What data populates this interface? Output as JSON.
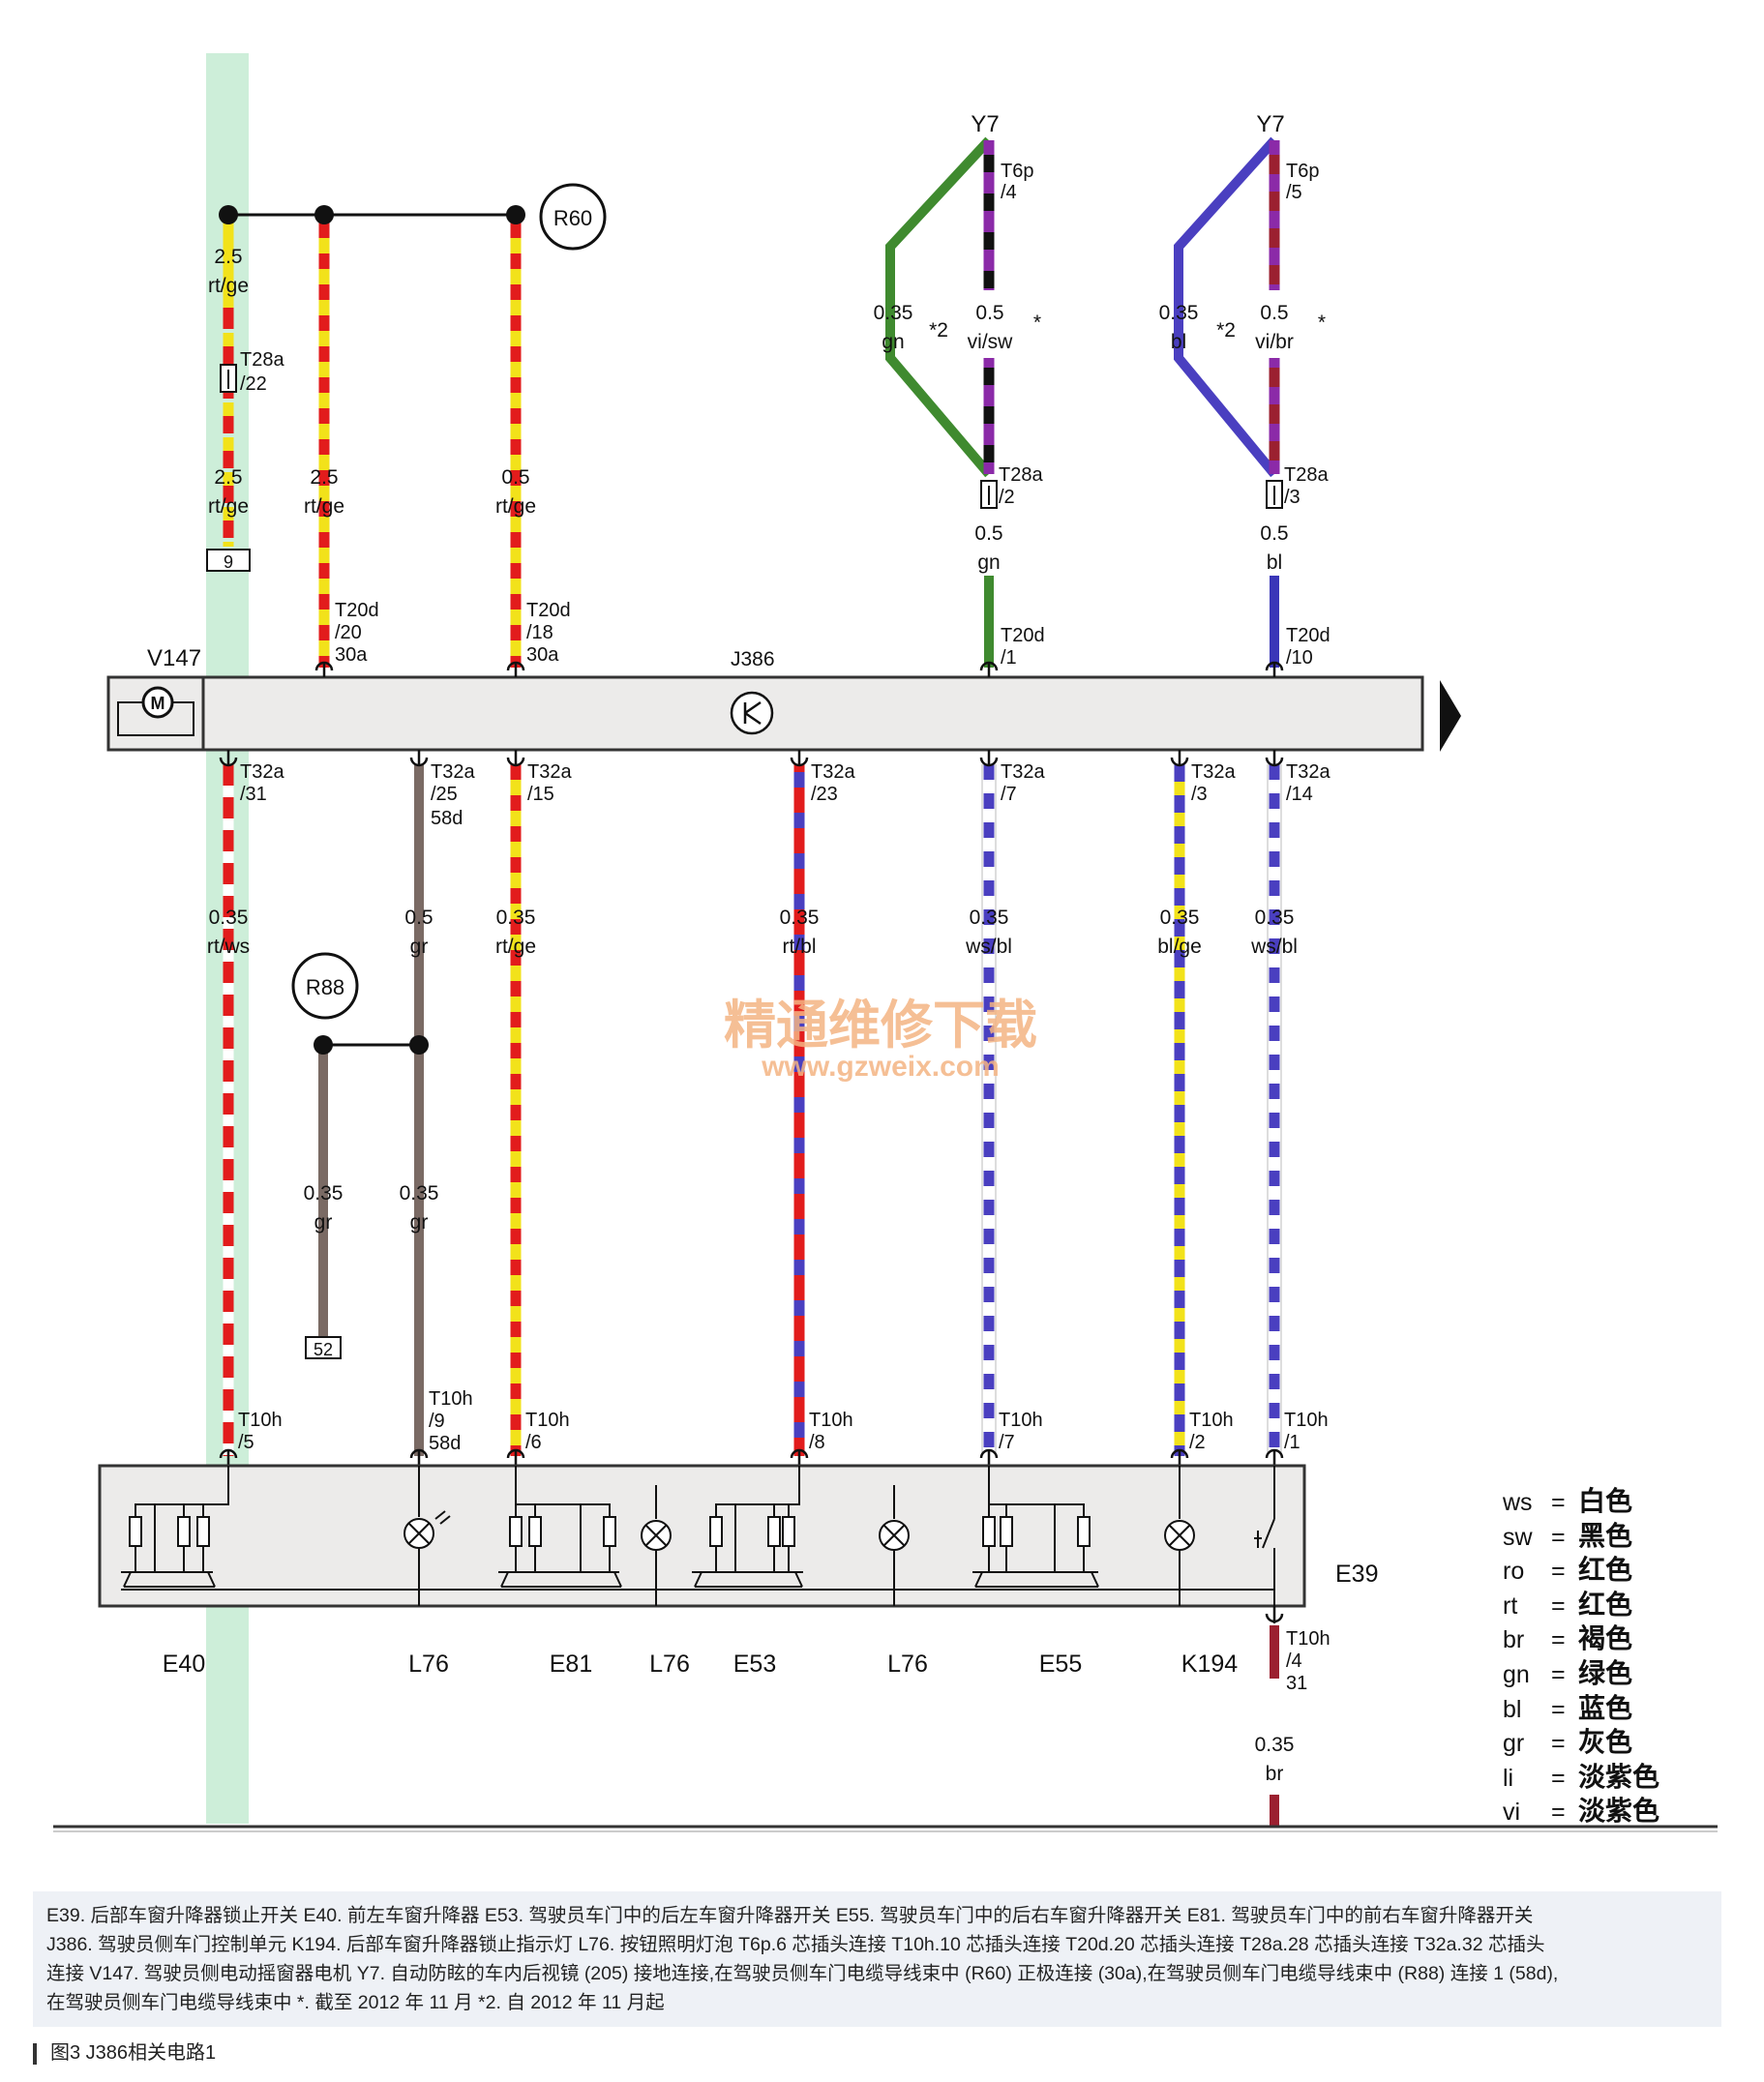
{
  "components": {
    "v147": "V147",
    "j386": "J386",
    "r60": "R60",
    "r88": "R88",
    "e39": "E39",
    "y7_left": "Y7",
    "y7_right": "Y7",
    "bottom_labels": [
      "E40",
      "L76",
      "E81",
      "L76",
      "E53",
      "L76",
      "E55",
      "K194"
    ]
  },
  "wires": {
    "w1_top": [
      "2.5",
      "rt/ge"
    ],
    "w1_mid": [
      "2.5",
      "rt/ge"
    ],
    "w1_box": "9",
    "w2_top": [
      "2.5",
      "rt/ge"
    ],
    "w3_top": [
      "0.5",
      "rt/ge"
    ],
    "y7a_left": [
      "0.35",
      "gn"
    ],
    "y7a_right": [
      "0.5",
      "vi/sw"
    ],
    "y7a_bottom": [
      "0.5",
      "gn"
    ],
    "y7b_left": [
      "0.35",
      "bl"
    ],
    "y7b_right": [
      "0.5",
      "vi/br"
    ],
    "y7b_bottom": [
      "0.5",
      "bl"
    ],
    "lw1": [
      "0.35",
      "rt/ws"
    ],
    "lw2": [
      "0.5",
      "gr"
    ],
    "lw3": [
      "0.35",
      "rt/ge"
    ],
    "lw4": [
      "0.35",
      "rt/bl"
    ],
    "lw5": [
      "0.35",
      "ws/bl"
    ],
    "lw6": [
      "0.35",
      "bl/ge"
    ],
    "lw7": [
      "0.35",
      "ws/bl"
    ],
    "r88a": [
      "0.35",
      "gr"
    ],
    "r88b": [
      "0.35",
      "gr"
    ],
    "r88_box": "52",
    "bottom": [
      "0.35",
      "br"
    ],
    "star2": "*2",
    "star": "*"
  },
  "connectors": {
    "t28a_22": [
      "T28a",
      "/22"
    ],
    "t20d_20": [
      "T20d",
      "/20",
      "30a"
    ],
    "t20d_18": [
      "T20d",
      "/18",
      "30a"
    ],
    "t6p_4": [
      "T6p",
      "/4"
    ],
    "t6p_5": [
      "T6p",
      "/5"
    ],
    "t28a_2": [
      "T28a",
      "/2"
    ],
    "t28a_3": [
      "T28a",
      "/3"
    ],
    "t20d_1": [
      "T20d",
      "/1"
    ],
    "t20d_10": [
      "T20d",
      "/10"
    ],
    "t32a_31": [
      "T32a",
      "/31"
    ],
    "t32a_25": [
      "T32a",
      "/25",
      "58d"
    ],
    "t32a_15": [
      "T32a",
      "/15"
    ],
    "t32a_23": [
      "T32a",
      "/23"
    ],
    "t32a_7": [
      "T32a",
      "/7"
    ],
    "t32a_3": [
      "T32a",
      "/3"
    ],
    "t32a_14": [
      "T32a",
      "/14"
    ],
    "t10h_5": [
      "T10h",
      "/5"
    ],
    "t10h_9": [
      "T10h",
      "/9",
      "58d"
    ],
    "t10h_6": [
      "T10h",
      "/6"
    ],
    "t10h_8": [
      "T10h",
      "/8"
    ],
    "t10h_7": [
      "T10h",
      "/7"
    ],
    "t10h_2": [
      "T10h",
      "/2"
    ],
    "t10h_1": [
      "T10h",
      "/1"
    ],
    "t10h_4": [
      "T10h",
      "/4",
      "31"
    ]
  },
  "watermark": {
    "title": "精通维修下载",
    "url": "www.gzweix.com"
  },
  "legend": [
    {
      "code": "ws",
      "name": "白色"
    },
    {
      "code": "sw",
      "name": "黑色"
    },
    {
      "code": "ro",
      "name": "红色"
    },
    {
      "code": "rt",
      "name": "红色"
    },
    {
      "code": "br",
      "name": "褐色"
    },
    {
      "code": "gn",
      "name": "绿色"
    },
    {
      "code": "bl",
      "name": "蓝色"
    },
    {
      "code": "gr",
      "name": "灰色"
    },
    {
      "code": "li",
      "name": "淡紫色"
    },
    {
      "code": "vi",
      "name": "淡紫色"
    }
  ],
  "caption": {
    "line1": "E39. 后部车窗升降器锁止开关  E40. 前左车窗升降器  E53. 驾驶员车门中的后左车窗升降器开关  E55. 驾驶员车门中的后右车窗升降器开关  E81. 驾驶员车门中的前右车窗升降器开关",
    "line2": "J386. 驾驶员侧车门控制单元  K194. 后部车窗升降器锁止指示灯  L76. 按钮照明灯泡  T6p.6 芯插头连接  T10h.10 芯插头连接  T20d.20 芯插头连接  T28a.28 芯插头连接  T32a.32 芯插头",
    "line3": "连接  V147. 驾驶员侧电动摇窗器电机  Y7. 自动防眩的车内后视镜 (205) 接地连接,在驾驶员侧车门电缆导线束中 (R60) 正极连接 (30a),在驾驶员侧车门电缆导线束中 (R88) 连接 1 (58d),",
    "line4": "在驾驶员侧车门电缆导线束中 *. 截至 2012 年 11 月 *2. 自 2012 年 11 月起"
  },
  "figure_title": "图3   J386相关电路1"
}
